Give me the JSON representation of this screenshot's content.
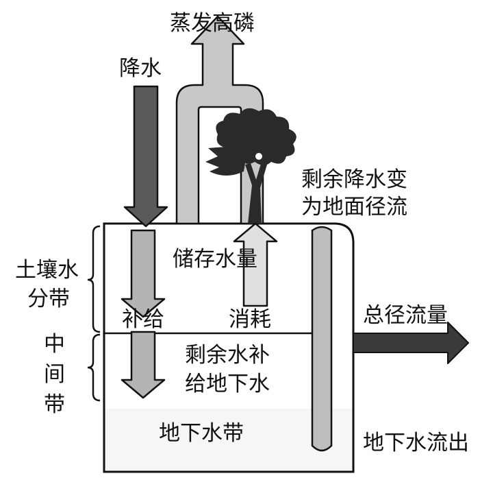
{
  "labels": {
    "evaporation": "蒸发高磷",
    "precipitation": "降水",
    "surface_runoff_line1": "剩余降水变",
    "surface_runoff_line2": "为地面径流",
    "storage": "储存水量",
    "soil_zone_line1": "土壤水",
    "soil_zone_line2": "分带",
    "recharge": "补给",
    "consumption": "消耗",
    "total_runoff": "总径流量",
    "middle_zone_line1": "中",
    "middle_zone_line2": "间",
    "middle_zone_line3": "带",
    "groundwater_recharge_line1": "剩余水补",
    "groundwater_recharge_line2": "给地下水",
    "groundwater_zone": "地下水带",
    "groundwater_outflow": "地下水流出"
  },
  "colors": {
    "outline": "#111111",
    "evaporation_arrow": "#c8c8c8",
    "precipitation_arrow": "#5a5a5a",
    "recharge_arrow": "#b4b4b4",
    "consumption_arrow": "#e0e0e0",
    "runoff_bar": "#bdbdbd",
    "total_runoff_arrow": "#3a3a3a",
    "groundwater_fill": "#f6f6f6",
    "tree": "#2a2a2a"
  }
}
